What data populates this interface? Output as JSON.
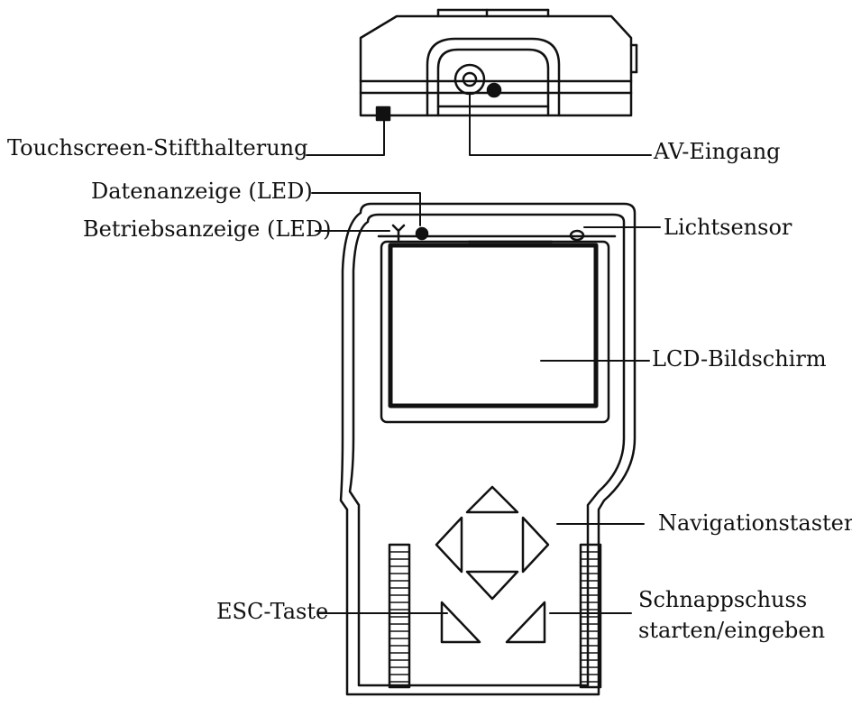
{
  "labels": {
    "touchscreen_holder": "Touchscreen-Stifthalterung",
    "av_input": "AV-Eingang",
    "data_led": "Datenanzeige (LED)",
    "power_led": "Betriebsanzeige (LED)",
    "light_sensor": "Lichtsensor",
    "lcd_screen": "LCD-Bildschirm",
    "nav_keys": "Navigationstasten",
    "esc_key": "ESC-Taste",
    "snapshot_line1": "Schnappschuss",
    "snapshot_line2": "starten/eingeben"
  },
  "colors": {
    "line": "#111111",
    "background": "#ffffff"
  }
}
